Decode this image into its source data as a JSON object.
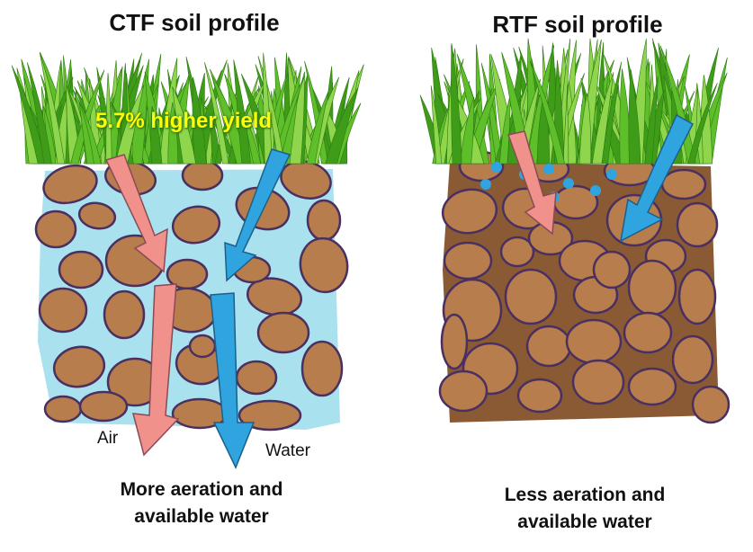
{
  "panels": {
    "ctf": {
      "title": "CTF soil profile",
      "yield_note": "5.7% higher yield",
      "air_label": "Air",
      "water_label": "Water",
      "caption_line1": "More  aeration and",
      "caption_line2": "available water"
    },
    "rtf": {
      "title": "RTF soil profile",
      "caption_line1": "Less  aeration and",
      "caption_line2": "available water"
    }
  },
  "colors": {
    "pore_water": "#a9e1ef",
    "compacted_soil": "#8a5a34",
    "clod": "#b77d4c",
    "clod_outline": "#4a3060",
    "air_arrow": "#f0918c",
    "water_arrow": "#2fa4df",
    "grass": "#5fbf2a",
    "yield_text": "#ffff00"
  }
}
